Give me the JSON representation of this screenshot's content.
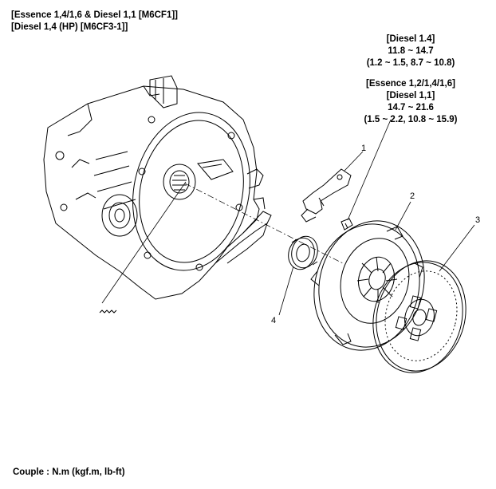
{
  "header": {
    "line1": "[Essence 1,4/1,6 & Diesel 1,1 [M6CF1]]",
    "line2": "[Diesel 1,4 (HP) [M6CF3-1]]"
  },
  "spec_diesel14": {
    "title": "[Diesel 1.4]",
    "nm": "11.8 ~ 14.7",
    "alt": "(1.2 ~ 1.5, 8.7 ~ 10.8)"
  },
  "spec_essence": {
    "title": "[Essence 1,2/1,4/1,6]",
    "title2": "[Diesel 1,1]",
    "nm": "14.7 ~ 21.6",
    "alt": "(1.5 ~ 2.2, 10.8 ~ 15.9)"
  },
  "callouts": {
    "c1": "1",
    "c2": "2",
    "c3": "3",
    "c4": "4"
  },
  "footer": {
    "torque_units": "Couple : N.m (kgf.m, lb-ft)"
  }
}
